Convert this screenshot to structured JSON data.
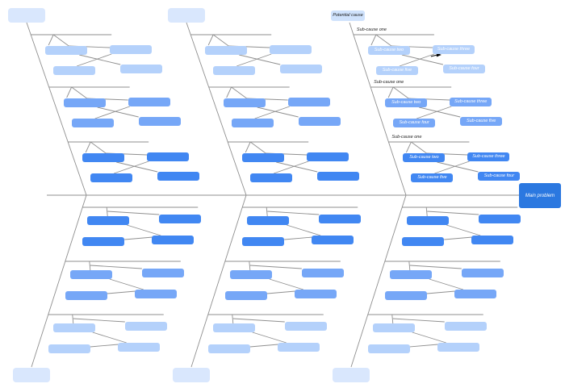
{
  "diagram": {
    "type": "fishbone",
    "main_problem_label": "Main problem",
    "potential_cause_label": "Potential cause",
    "colors": {
      "light": "#b4d1fb",
      "medium": "#76a7f7",
      "dark": "#4187f2",
      "category_box": "#d9e7fd",
      "potential_cause_box": "#cfe2fc",
      "main_problem_box": "#2b78e0",
      "line": "#8f8f8f",
      "arrow": "#000000",
      "box_text": "#ffffff",
      "label_text": "#222222"
    },
    "branches": [
      {
        "side": "top",
        "category_label": "",
        "groups": [
          {
            "line_label": "",
            "boxes": {
              "ul": "",
              "ur": "",
              "ll": "",
              "lr": ""
            }
          },
          {
            "line_label": "",
            "boxes": {
              "ul": "",
              "ur": "",
              "ll": "",
              "lr": ""
            }
          },
          {
            "line_label": "",
            "boxes": {
              "ul": "",
              "ur": "",
              "ll": "",
              "lr": ""
            }
          }
        ]
      },
      {
        "side": "top",
        "category_label": "",
        "groups": [
          {
            "line_label": "",
            "boxes": {
              "ul": "",
              "ur": "",
              "ll": "",
              "lr": ""
            }
          },
          {
            "line_label": "",
            "boxes": {
              "ul": "",
              "ur": "",
              "ll": "",
              "lr": ""
            }
          },
          {
            "line_label": "",
            "boxes": {
              "ul": "",
              "ur": "",
              "ll": "",
              "lr": ""
            }
          }
        ]
      },
      {
        "side": "top",
        "category_label": "Potential cause",
        "has_arrow": true,
        "groups": [
          {
            "line_label": "Sub-cause one",
            "boxes": {
              "ul": "Sub-cause two",
              "ur": "Sub-cause three",
              "ll": "Sub-cause five",
              "lr": "Sub-cause four"
            }
          },
          {
            "line_label": "Sub-cause one",
            "boxes": {
              "ul": "Sub-cause two",
              "ur": "Sub-cause three",
              "ll": "Sub-cause four",
              "lr": "Sub-cause five"
            }
          },
          {
            "line_label": "Sub-cause one",
            "boxes": {
              "ul": "Sub-cause two",
              "ur": "Sub-cause three",
              "ll": "Sub-cause five",
              "lr": "Sub-cause four"
            }
          }
        ]
      },
      {
        "side": "bottom",
        "category_label": "",
        "groups": [
          {
            "line_label": "",
            "boxes": {
              "ul": "",
              "ur": "",
              "ll": "",
              "lr": ""
            }
          },
          {
            "line_label": "",
            "boxes": {
              "ul": "",
              "ur": "",
              "ll": "",
              "lr": ""
            }
          },
          {
            "line_label": "",
            "boxes": {
              "ul": "",
              "ur": "",
              "ll": "",
              "lr": ""
            }
          }
        ]
      },
      {
        "side": "bottom",
        "category_label": "",
        "groups": [
          {
            "line_label": "",
            "boxes": {
              "ul": "",
              "ur": "",
              "ll": "",
              "lr": ""
            }
          },
          {
            "line_label": "",
            "boxes": {
              "ul": "",
              "ur": "",
              "ll": "",
              "lr": ""
            }
          },
          {
            "line_label": "",
            "boxes": {
              "ul": "",
              "ur": "",
              "ll": "",
              "lr": ""
            }
          }
        ]
      },
      {
        "side": "bottom",
        "category_label": "",
        "groups": [
          {
            "line_label": "",
            "boxes": {
              "ul": "",
              "ur": "",
              "ll": "",
              "lr": ""
            }
          },
          {
            "line_label": "",
            "boxes": {
              "ul": "",
              "ur": "",
              "ll": "",
              "lr": ""
            }
          },
          {
            "line_label": "",
            "boxes": {
              "ul": "",
              "ur": "",
              "ll": "",
              "lr": ""
            }
          }
        ]
      }
    ]
  }
}
